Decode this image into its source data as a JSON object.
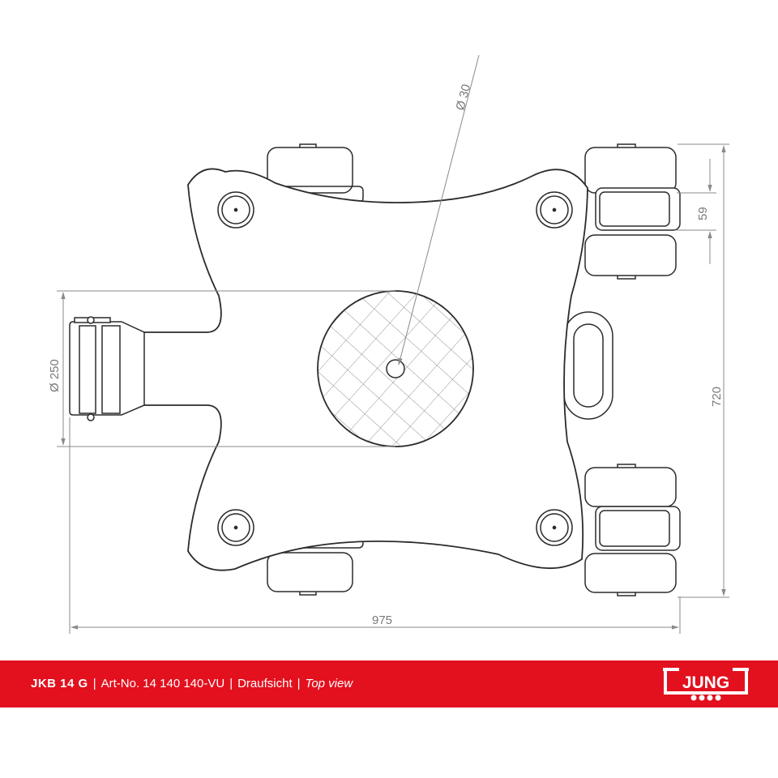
{
  "drawing": {
    "dimensions": {
      "pin_diameter": "Ø 30",
      "plate_diameter": "Ø 250",
      "roller_spacing": "59",
      "overall_height": "720",
      "overall_width": "975"
    }
  },
  "footer": {
    "model": "JKB 14 G",
    "article_number": "Art-No. 14 140 140-VU",
    "view_de": "Draufsicht",
    "view_en": "Top view",
    "separator": "|",
    "logo_text": "JUNG"
  },
  "colors": {
    "banner": "#e3101e",
    "line": "#2b2b2b",
    "dimension_line": "#8a8a8a",
    "background": "#ffffff"
  }
}
